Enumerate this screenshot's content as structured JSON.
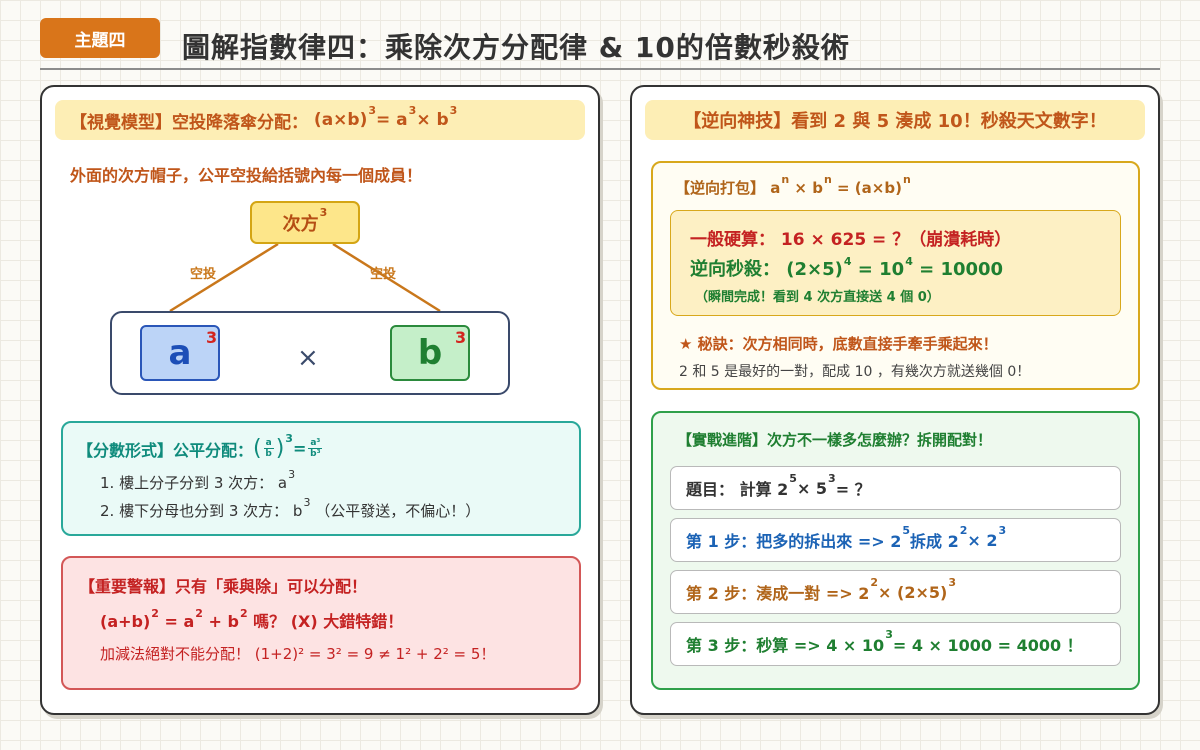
{
  "header": {
    "badge": "主題四",
    "title": "圖解指數律四：乘除次方分配律 & 10的倍數秒殺術"
  },
  "left": {
    "banner": {
      "prefix": "【視覺模型】空投降落傘分配：",
      "formula": "(a×b)",
      "exp1": "3",
      "mid": " = a",
      "exp2": "3",
      "times": " × b",
      "exp3": "3"
    },
    "intro": "外面的次方帽子，公平空投給括號內每一個成員！",
    "hat": {
      "label": "次方",
      "exp": "3"
    },
    "throw_label_left": "空投",
    "throw_label_right": "空投",
    "var_a": "a",
    "var_b": "b",
    "var_exp_a": "3",
    "var_exp_b": "3",
    "times_sign": "×",
    "fraction": {
      "title": "【分數形式】公平分配：",
      "lp": "(",
      "rp": ")",
      "num": "a",
      "den": "b",
      "exp": "3",
      "eq": " = ",
      "rnum": "a³",
      "rden": "b³",
      "line1": "1. 樓上分子分到 3 次方： a",
      "line1_exp": "3",
      "line2": "2. 樓下分母也分到 3 次方： b",
      "line2_exp": "3",
      "line2_tail": " （公平發送，不偏心！）"
    },
    "warning": {
      "title": "【重要警報】只有「乘與除」可以分配！",
      "l1_a": "(a+b)",
      "l1_e1": "2",
      "l1_b": " = a",
      "l1_e2": "2",
      "l1_c": " + b",
      "l1_e3": "2",
      "l1_d": " 嗎？ (X) 大錯特錯！",
      "line2": "加減法絕對不能分配！ (1+2)² = 3² = 9 ≠ 1² + 2² = 5！"
    }
  },
  "right": {
    "banner": "【逆向神技】看到 2 與 5 湊成 10！秒殺天文數字！",
    "reverse": {
      "title_a": "【逆向打包】 a",
      "title_e1": "n",
      "title_b": " × b",
      "title_e2": "n",
      "title_c": " = (a×b)",
      "title_e3": "n",
      "hard": "一般硬算： 16 × 625 = ？（崩潰耗時）",
      "fast_a": "逆向秒殺： (2×5)",
      "fast_e1": "4",
      "fast_b": " = 10",
      "fast_e2": "4",
      "fast_c": " = 10000",
      "note": "（瞬間完成！看到 4 次方直接送 4 個 0）",
      "tip": "★ 秘訣：次方相同時，底數直接手牽手乘起來！",
      "pair_note": "2 和 5 是最好的一對，配成 10 ，有幾次方就送幾個 0！"
    },
    "practice": {
      "title": "【實戰進階】次方不一樣多怎麼辦？拆開配對！",
      "q_a": "題目： 計算 2",
      "q_e1": "5",
      "q_b": " × 5",
      "q_e2": "3",
      "q_c": " = ？",
      "s1_a": "第 1 步：把多的拆出來 => 2",
      "s1_e1": "5",
      "s1_b": " 拆成 2",
      "s1_e2": "2",
      "s1_c": " × 2",
      "s1_e3": "3",
      "s2_a": "第 2 步：湊成一對 => 2",
      "s2_e1": "2",
      "s2_b": " × (2×5)",
      "s2_e2": "3",
      "s3_a": "第 3 步：秒算 => 4 × 10",
      "s3_e1": "3",
      "s3_b": " = 4 × 1000 = 4000 ！"
    }
  }
}
